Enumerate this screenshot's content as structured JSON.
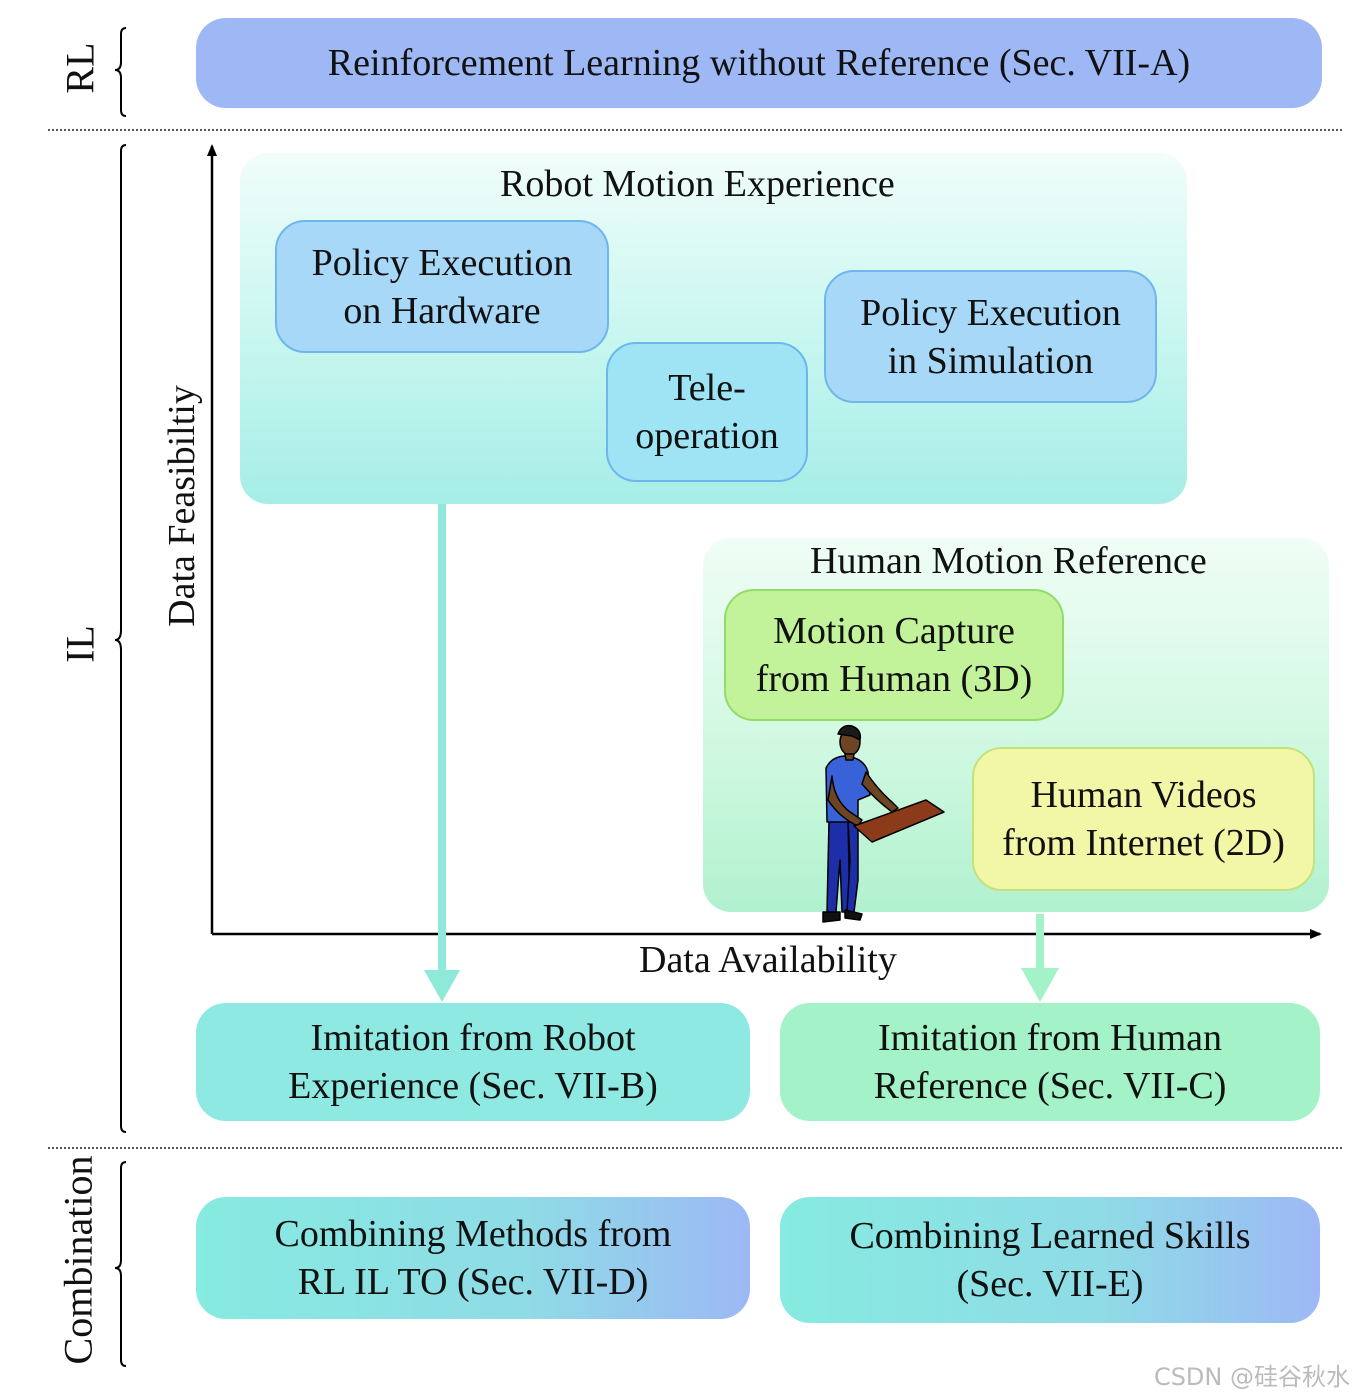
{
  "rows": {
    "rl": "RL",
    "il": "IL",
    "combination": "Combination"
  },
  "rl_box": "Reinforcement Learning without Reference (Sec. VII-A)",
  "axes": {
    "y_label": "Data Feasibiltiy",
    "x_label": "Data Availability"
  },
  "robot_group": {
    "title": "Robot Motion Experience",
    "items": [
      "Policy Execution\non Hardware",
      "Tele-\noperation",
      "Policy Execution\nin Simulation"
    ]
  },
  "human_group": {
    "title": "Human Motion Reference",
    "items": [
      "Motion Capture\nfrom Human (3D)",
      "Human Videos\nfrom Internet (2D)"
    ]
  },
  "imitation": {
    "robot": "Imitation from Robot\nExperience (Sec. VII-B)",
    "human": "Imitation from Human\nReference (Sec. VII-C)"
  },
  "combination": {
    "methods": "Combining Methods from\nRL IL TO (Sec. VII-D)",
    "skills": "Combining Learned Skills\n(Sec. VII-E)"
  },
  "colors": {
    "rl_box": "#9db8f5",
    "robot_item": "#a8d8f8",
    "teleop": "#9ee4f4",
    "mocap": "#c2f29a",
    "videos": "#f2f7a8",
    "imit_robot": "#8ee9e2",
    "imit_human": "#a4f2c8",
    "arrow": "#8ee9d8",
    "person_shirt": "#3a62d8",
    "person_pants": "#1c2fa8",
    "board": "#8b3a1a"
  },
  "watermark": "CSDN @硅谷秋水",
  "icons": [
    "person-holding-board-icon"
  ]
}
